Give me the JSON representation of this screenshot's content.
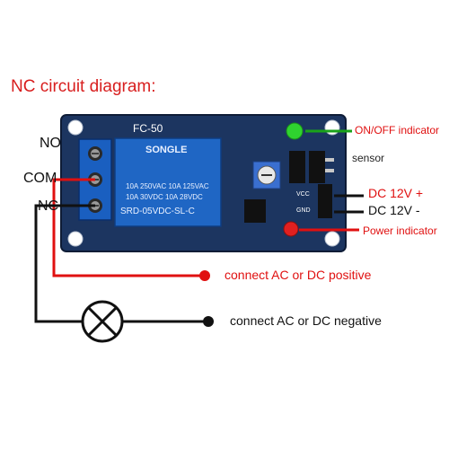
{
  "title": "NC circuit diagram:",
  "board": {
    "model": "FC-50",
    "relay": {
      "brand": "SONGLE",
      "rating_line1": "10A 250VAC  10A 125VAC",
      "rating_line2": "10A  30VDC  10A  28VDC",
      "part": "SRD-05VDC-SL-C"
    },
    "pins": {
      "vcc": "VCC",
      "gnd": "GND"
    }
  },
  "terminals": {
    "no": "NO",
    "com": "COM",
    "nc": "NC"
  },
  "labels": {
    "on_off_indicator": "ON/OFF indicator",
    "sensor": "sensor",
    "dc_plus": "DC 12V +",
    "dc_minus": "DC 12V -",
    "power_indicator": "Power indicator",
    "connect_positive": "connect AC or DC positive",
    "connect_negative": "connect AC or DC negative"
  },
  "colors": {
    "wire_red": "#e01010",
    "wire_black": "#111111",
    "pcb": "#1c3560",
    "relay": "#1f66c4",
    "terminal": "#1a5fc0",
    "led_green": "#2fd32f",
    "led_red": "#e02020",
    "title": "#d81e1e"
  }
}
